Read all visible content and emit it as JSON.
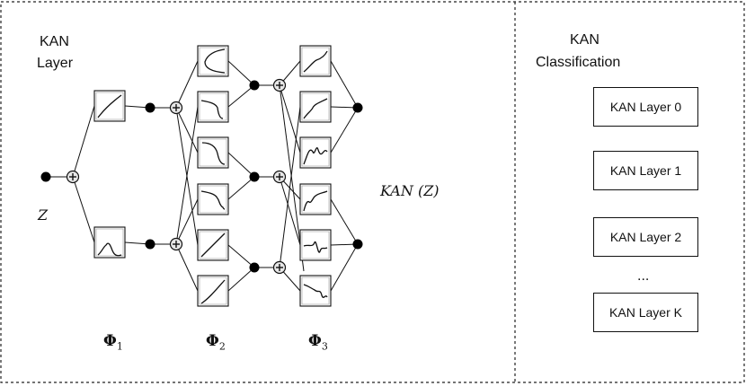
{
  "left_panel": {
    "title_line1": "KAN",
    "title_line2": "Layer",
    "input_label": "Z",
    "output_label": "KAN (Z)",
    "phi_1": {
      "symbol": "Φ",
      "subscript": "1"
    },
    "phi_2": {
      "symbol": "Φ",
      "subscript": "2"
    },
    "phi_3": {
      "symbol": "Φ",
      "subscript": "3"
    }
  },
  "right_panel": {
    "title_line1": "KAN",
    "title_line2": "Classification",
    "boxes": [
      "KAN Layer 0",
      "KAN Layer 1",
      "KAN Layer 2",
      "KAN Layer K"
    ],
    "ellipsis": "..."
  },
  "colors": {
    "line": "#111111",
    "node_fill": "#000000",
    "plus_fill": "#e6e6e6"
  }
}
